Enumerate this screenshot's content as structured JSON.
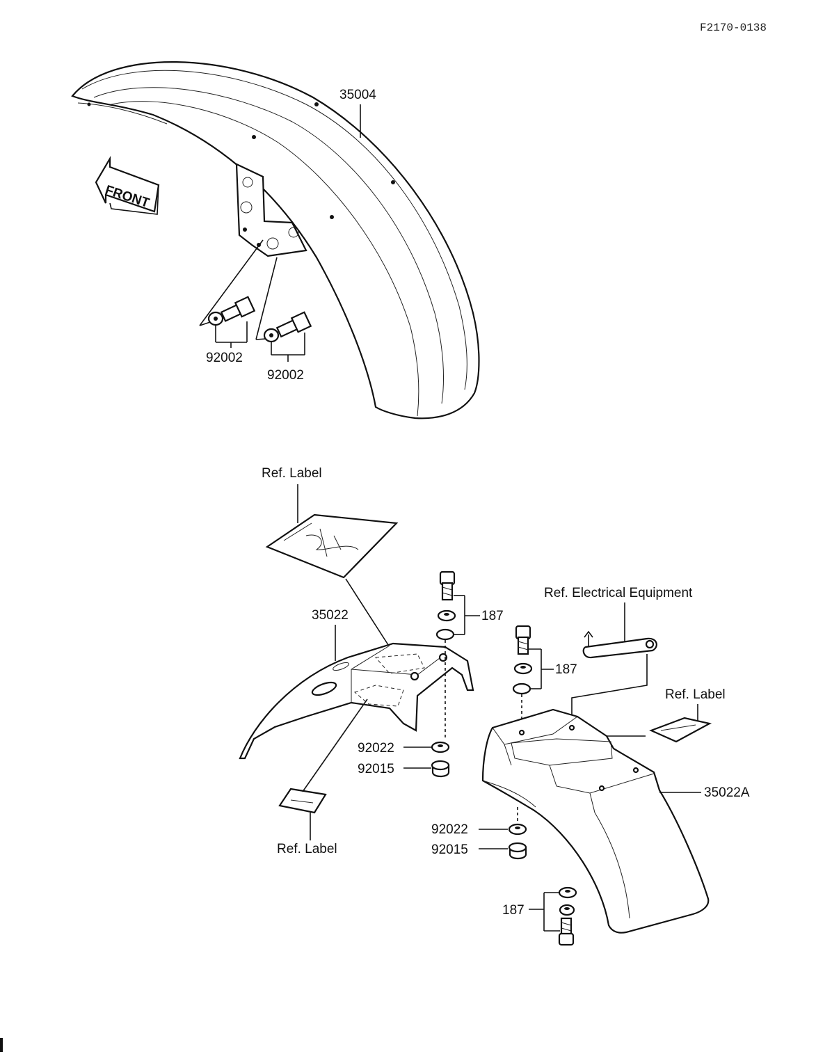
{
  "doc_code": "F2170-0138",
  "front_badge": "FRONT",
  "labels": {
    "front_fender": "35004",
    "bolt_left": "92002",
    "bolt_right": "92002",
    "ref_label_top": "Ref. Label",
    "rear_fender_front": "35022",
    "washer_187_top": "187",
    "washer_187_mid": "187",
    "ref_electrical": "Ref. Electrical Equipment",
    "ref_label_right": "Ref. Label",
    "washer_92022_left": "92022",
    "bushing_92015_left": "92015",
    "ref_label_bottom": "Ref. Label",
    "rear_fender_rear": "35022A",
    "washer_92022_right": "92022",
    "bushing_92015_right": "92015",
    "washer_187_bottom": "187"
  }
}
